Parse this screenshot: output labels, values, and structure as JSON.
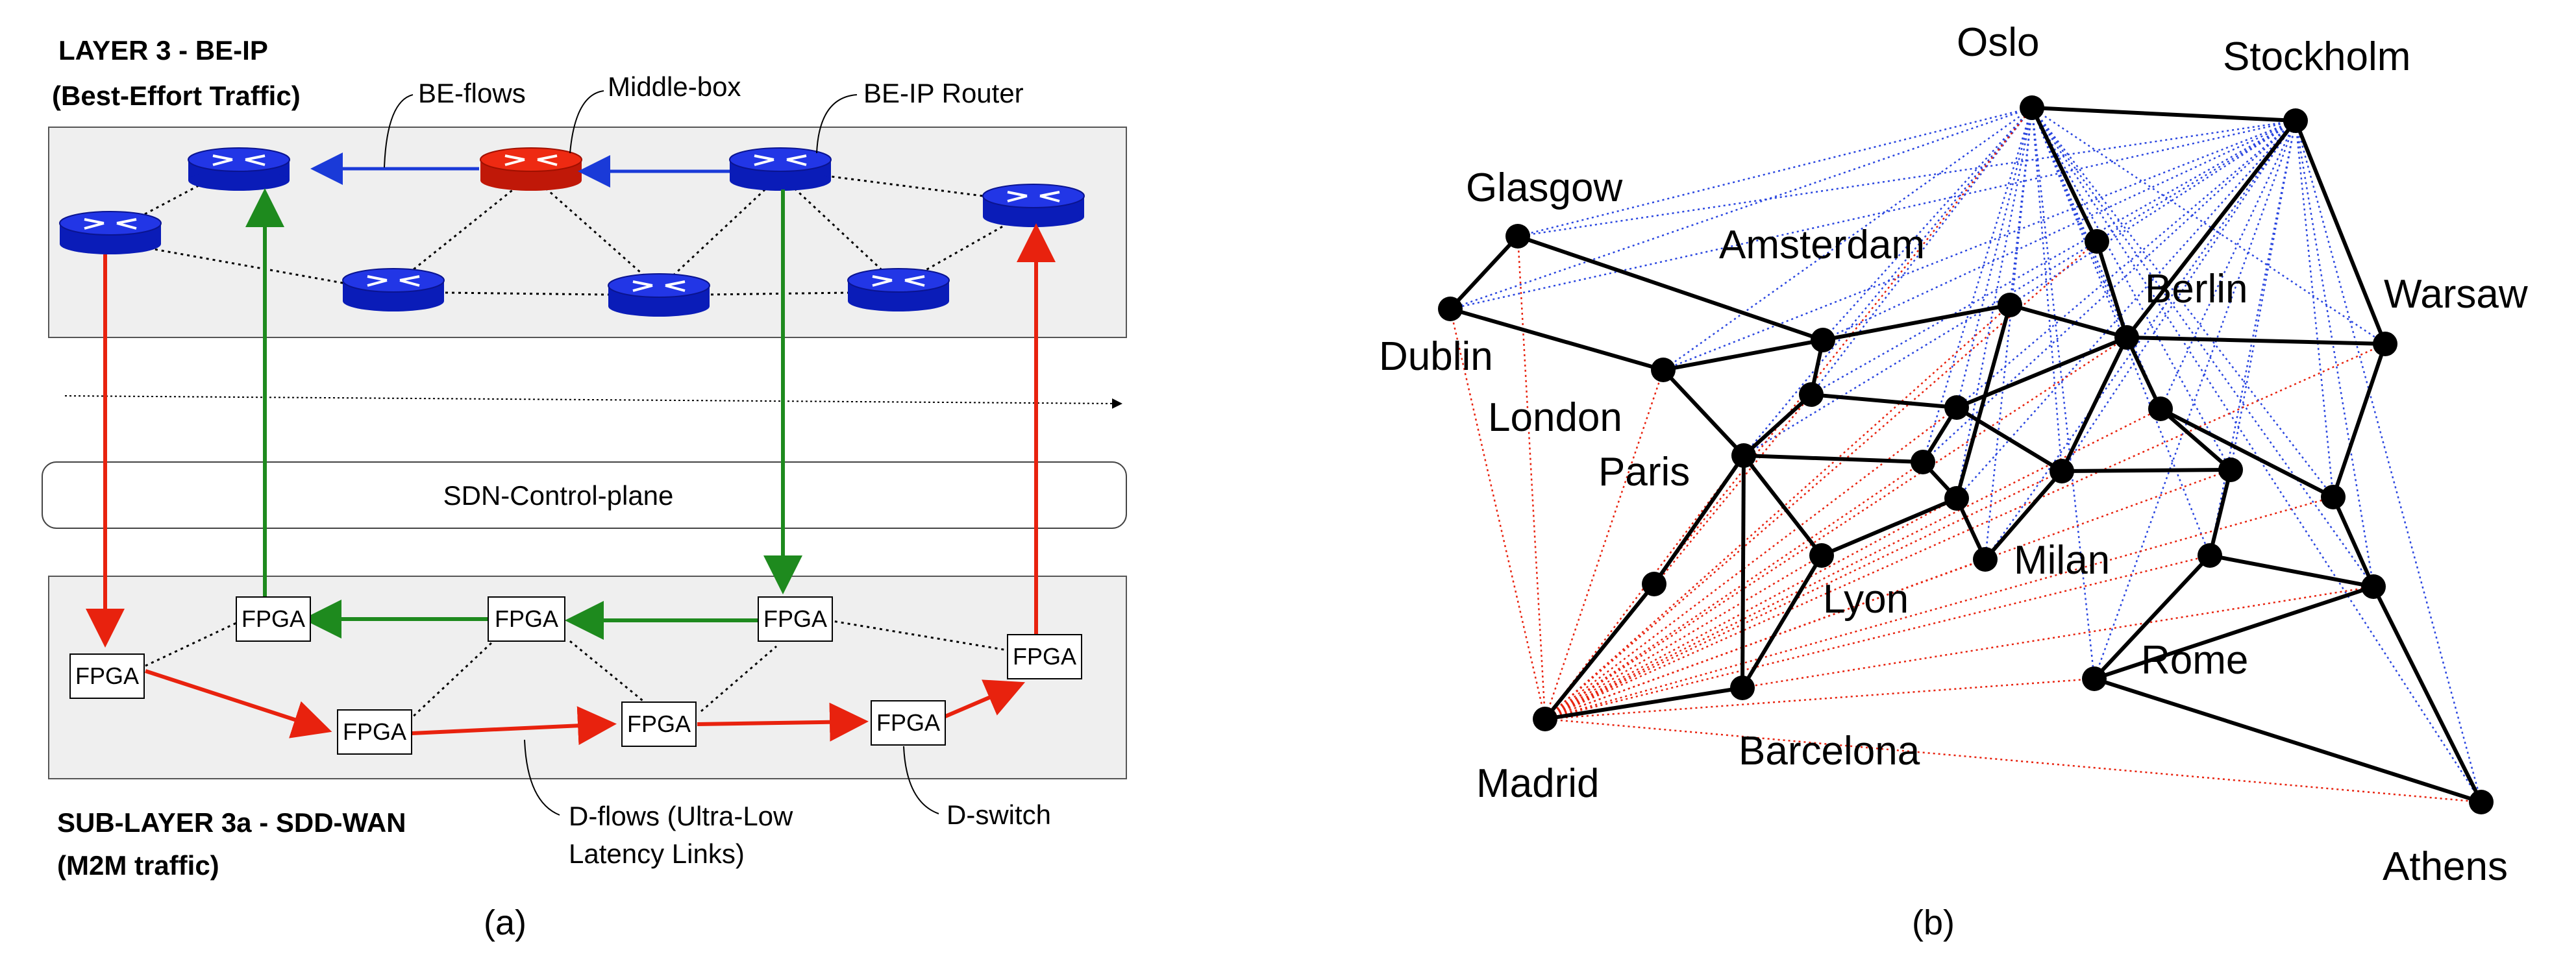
{
  "panel_a": {
    "layer3": {
      "title": "LAYER 3 - BE-IP",
      "subtitle": "(Best-Effort Traffic)"
    },
    "sublayer": {
      "title": "SUB-LAYER 3a - SDD-WAN",
      "subtitle": "(M2M traffic)"
    },
    "callouts": {
      "be_flows": "BE-flows",
      "middle_box": "Middle-box",
      "be_ip_router": "BE-IP Router",
      "d_flows_line1": "D-flows (Ultra-Low",
      "d_flows_line2": "Latency Links)",
      "d_switch": "D-switch"
    },
    "control_plane": "SDN-Control-plane",
    "fpga_label": "FPGA",
    "caption": "(a)",
    "colors": {
      "router_blue": "#1428d6",
      "middlebox_red": "#e8220e",
      "flow_red": "#e8220e",
      "flow_green": "#1e8a1e",
      "flow_blue": "#1a3ad8",
      "layer_fill": "#efefef"
    }
  },
  "panel_b": {
    "caption": "(b)",
    "cities": {
      "oslo": "Oslo",
      "stockholm": "Stockholm",
      "glasgow": "Glasgow",
      "amsterdam": "Amsterdam",
      "berlin": "Berlin",
      "warsaw": "Warsaw",
      "dublin": "Dublin",
      "london": "London",
      "paris": "Paris",
      "milan": "Milan",
      "lyon": "Lyon",
      "rome": "Rome",
      "madrid": "Madrid",
      "barcelona": "Barcelona",
      "athens": "Athens"
    },
    "colors": {
      "backbone": "#000000",
      "dotted_blue": "#2a46e0",
      "dotted_red": "#e8220e"
    }
  }
}
